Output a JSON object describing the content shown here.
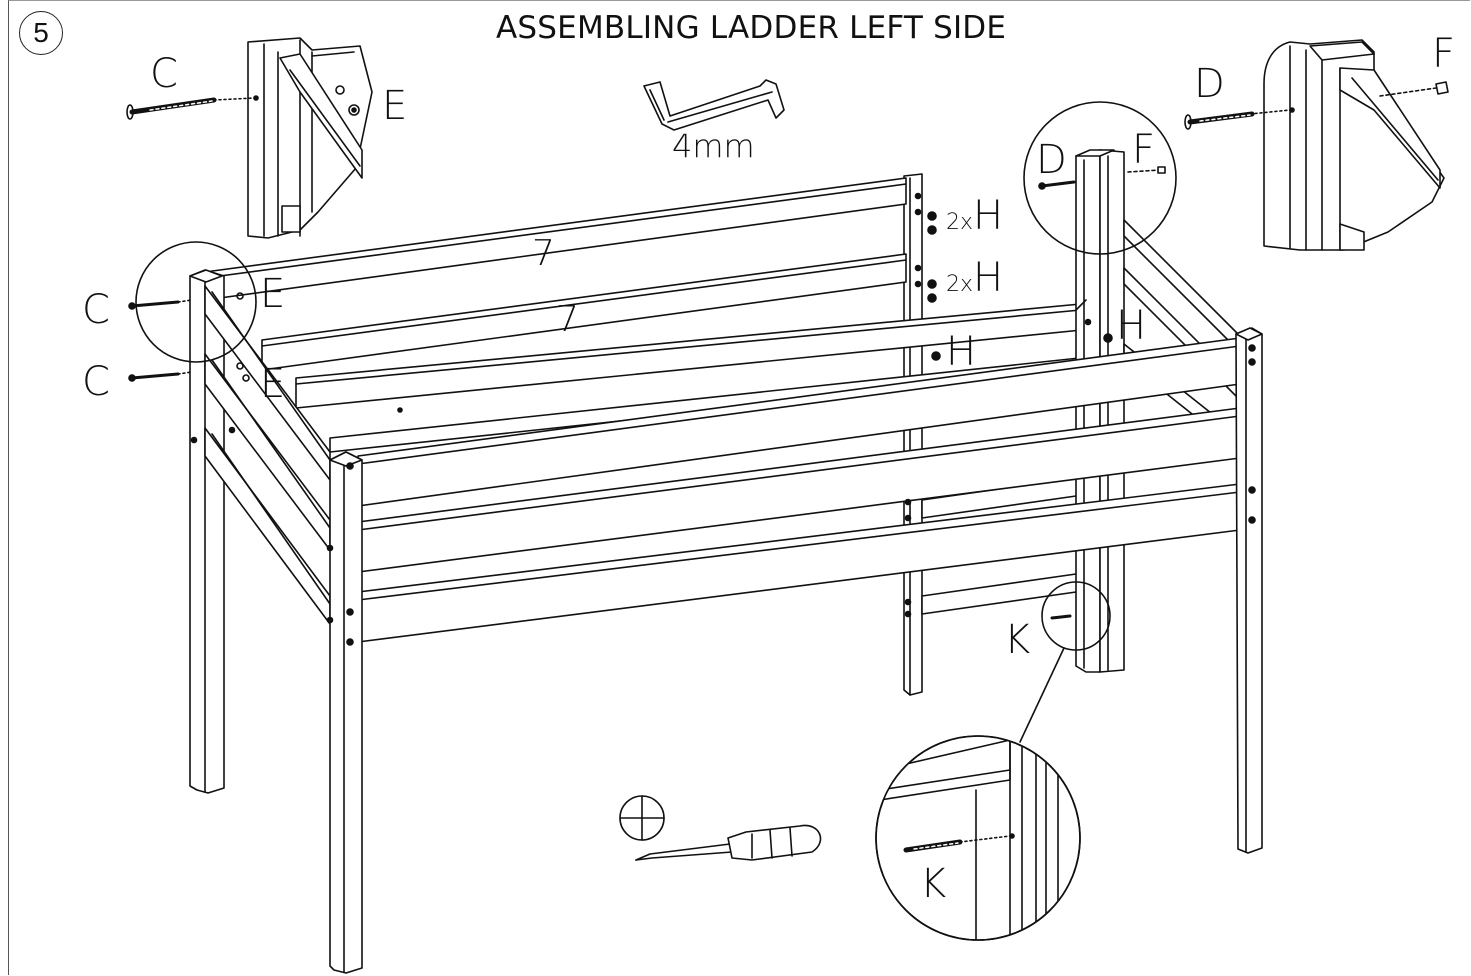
{
  "step_number": "5",
  "title": "ASSEMBLING LADDER LEFT SIDE",
  "tool_allen": {
    "icon": "allen-key-icon",
    "size_label": "4mm"
  },
  "tool_screwdriver": {
    "icon": "phillips-screwdriver-icon"
  },
  "labels": {
    "c_detail": "C",
    "e_detail": "E",
    "c_upper": "C",
    "c_lower": "C",
    "e_upper": "E",
    "e_lower": "E",
    "rail_top": "7",
    "rail_mid": "7",
    "h_mult_1": "2x",
    "h_1": "H",
    "h_mult_2": "2x",
    "h_2": "H",
    "h_3": "H",
    "h_4": "H",
    "d_main": "D",
    "f_main": "F",
    "d_detail": "D",
    "f_detail": "F",
    "k_main": "K",
    "k_detail": "K"
  }
}
